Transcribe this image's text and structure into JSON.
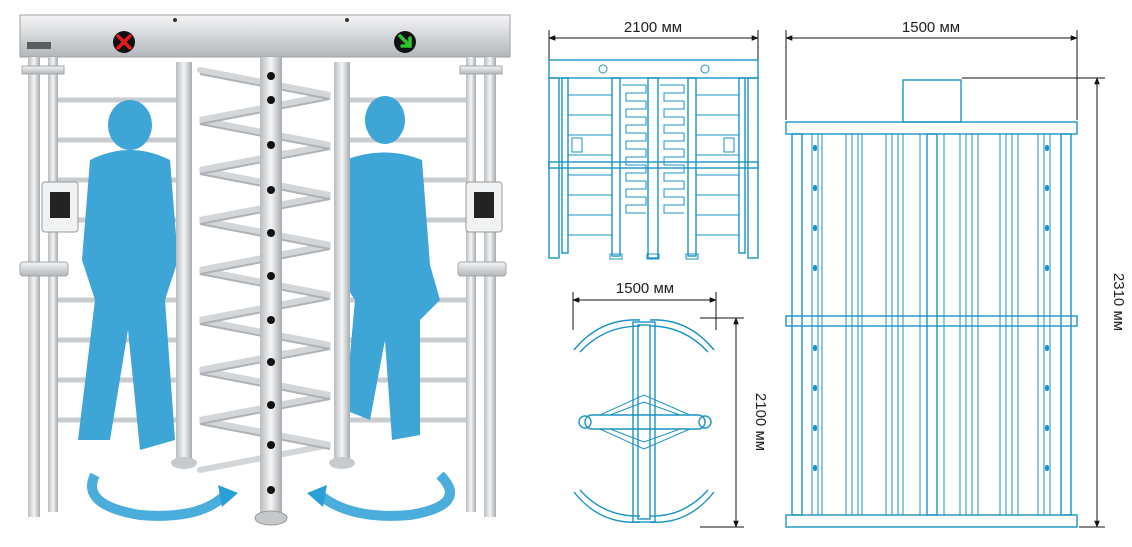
{
  "product": {
    "indicator_deny_icon": "red-x-icon",
    "indicator_allow_icon": "green-arrow-icon",
    "colors": {
      "steel": "#d9dadb",
      "silhouette": "#3ea6d6",
      "blueprint": "#1b93c4",
      "deny": "#e11b1b",
      "allow": "#2ec42e"
    }
  },
  "drawings": {
    "front_view": {
      "width_label": "2100 мм"
    },
    "top_view": {
      "width_label": "1500 мм",
      "depth_label": "2100 мм"
    },
    "side_view": {
      "width_label": "1500 мм",
      "height_label": "2310 мм"
    }
  }
}
